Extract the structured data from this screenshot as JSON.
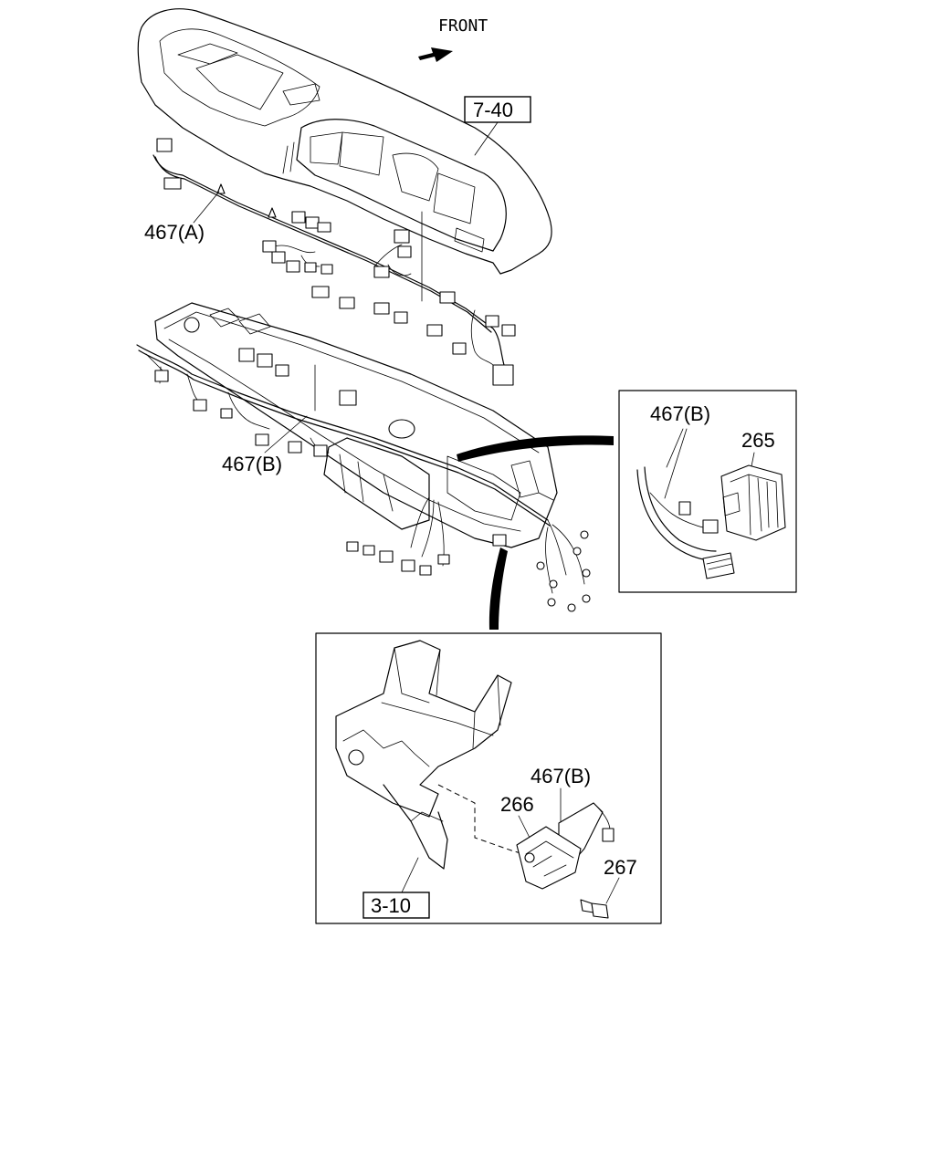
{
  "direction_label": "FRONT",
  "callouts": {
    "ref_7_40": "7-40",
    "ref_3_10": "3-10",
    "harness_a": "467(A)",
    "harness_b_main": "467(B)",
    "harness_b_inset_upper": "467(B)",
    "harness_b_inset_lower": "467(B)",
    "part_265": "265",
    "part_266": "266",
    "part_267": "267"
  }
}
